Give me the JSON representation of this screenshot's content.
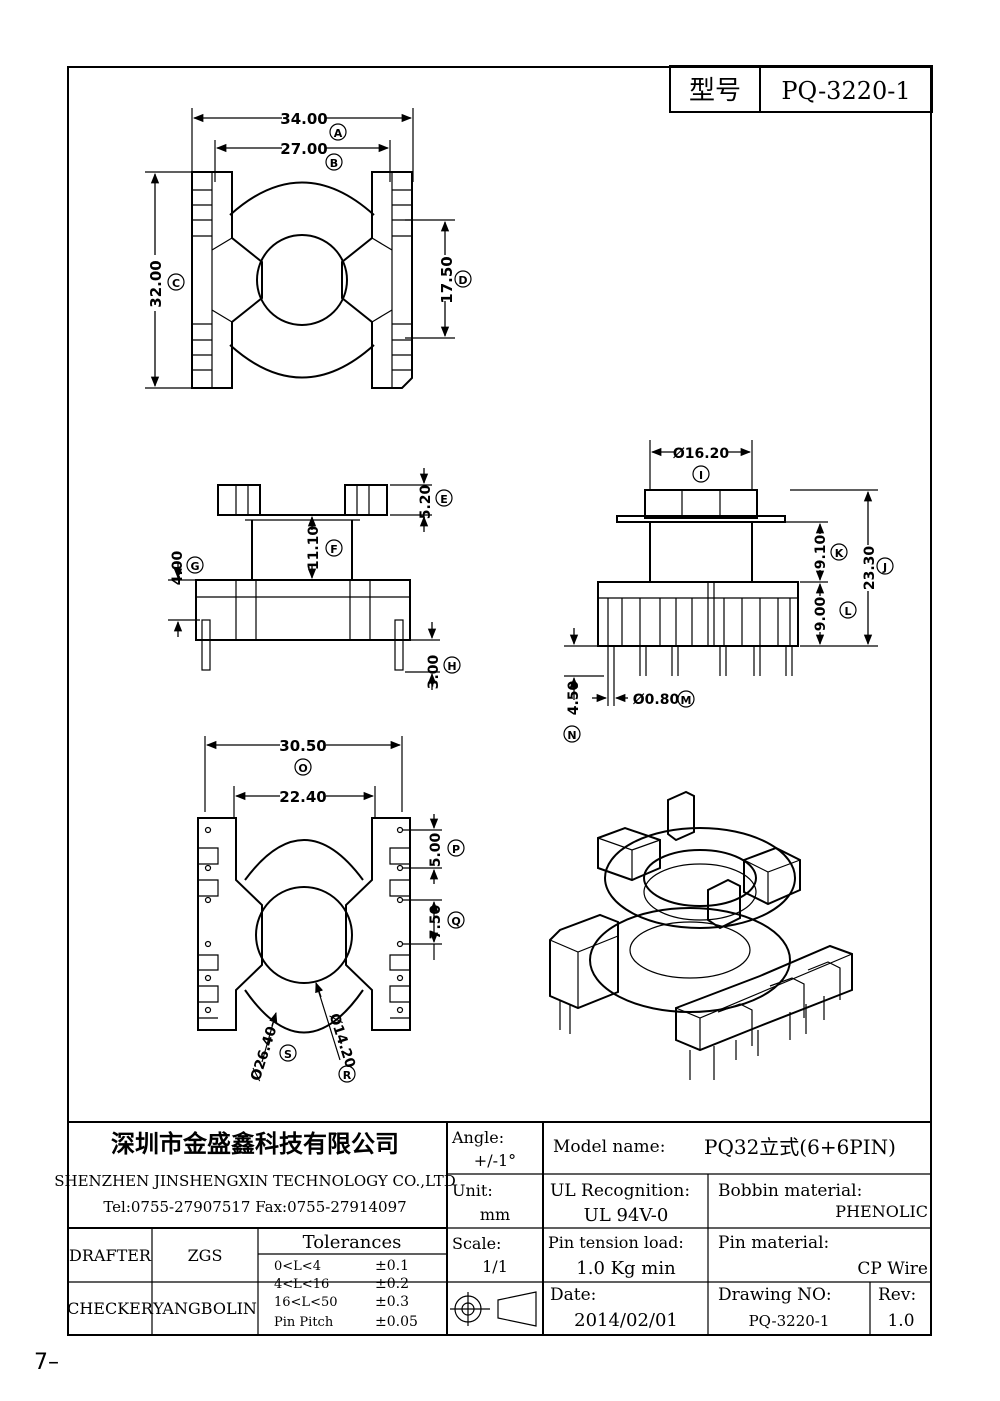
{
  "header": {
    "label_type": "型号",
    "part_number": "PQ-3220-1"
  },
  "dimensions": {
    "A": "34.00",
    "B": "27.00",
    "C": "32.00",
    "D": "17.50",
    "E": "5.20",
    "F": "11.10",
    "G": "4.00",
    "H": "3.00",
    "I": "Ø16.20",
    "J": "23.30",
    "K": "9.10",
    "L": "9.00",
    "M": "Ø0.80",
    "N": "4.50",
    "O": "30.50",
    "O2": "22.40",
    "P": "5.00",
    "Q": "7.50",
    "R": "Ø14.20",
    "S": "Ø26.40"
  },
  "title_block": {
    "company_cn": "深圳市金盛鑫科技有限公司",
    "company_en": "SHENZHEN JINSHENGXIN TECHNOLOGY CO.,LTD",
    "contact": "Tel:0755-27907517   Fax:0755-27914097",
    "angle_label": "Angle:",
    "angle_value": "+/-1°",
    "unit_label": "Unit:",
    "unit_value": "mm",
    "scale_label": "Scale:",
    "scale_value": "1/1",
    "model_label": "Model name:",
    "model_value": "PQ32立式(6+6PIN)",
    "ul_label": "UL Recognition:",
    "ul_value": "UL 94V-0",
    "bobbin_label": "Bobbin material:",
    "bobbin_value": "PHENOLIC",
    "pin_tension_label": "Pin tension load:",
    "pin_tension_value": "1.0 Kg min",
    "pin_material_label": "Pin material:",
    "pin_material_value": "CP Wire",
    "date_label": "Date:",
    "date_value": "2014/02/01",
    "drawing_no_label": "Drawing NO:",
    "drawing_no_value": "PQ-3220-1",
    "rev_label": "Rev:",
    "rev_value": "1.0",
    "drafter_label": "DRAFTER",
    "drafter_value": "ZGS",
    "checker_label": "CHECKER",
    "checker_value": "YANGBOLIN",
    "tolerances_title": "Tolerances",
    "tolerances": [
      {
        "range": "0<L<4",
        "value": "±0.1"
      },
      {
        "range": "4<L<16",
        "value": "±0.2"
      },
      {
        "range": "16<L<50",
        "value": "±0.3"
      },
      {
        "range": "Pin Pitch",
        "value": "±0.05"
      }
    ]
  },
  "page_number": "7–"
}
